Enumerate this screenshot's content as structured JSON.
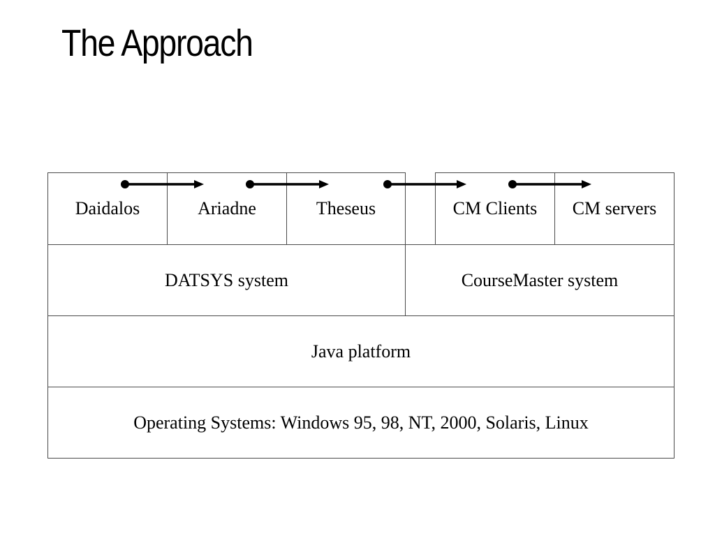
{
  "title": "The Approach",
  "diagram": {
    "top_row": {
      "datsys_components": [
        "Daidalos",
        "Ariadne",
        "Theseus"
      ],
      "coursemaster_components": [
        "CM Clients",
        "CM servers"
      ]
    },
    "systems": {
      "datsys": "DATSYS system",
      "coursemaster": "CourseMaster system"
    },
    "platform": "Java platform",
    "operating_systems": "Operating Systems: Windows 95, 98, NT, 2000, Solaris, Linux",
    "line_color": "#4a4a4a",
    "arrow_color": "#000000"
  }
}
